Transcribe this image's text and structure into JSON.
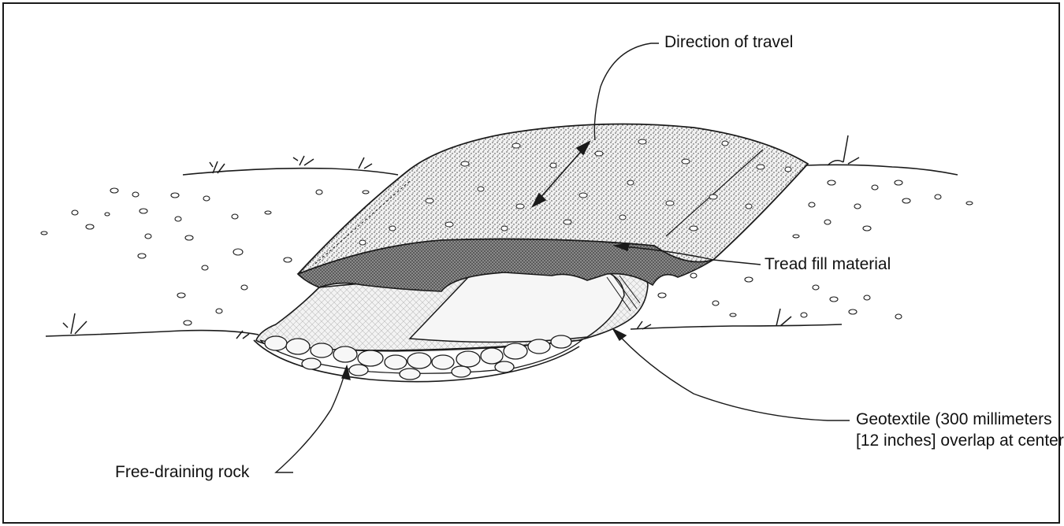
{
  "diagram": {
    "labels": {
      "direction": "Direction of travel",
      "tread": "Tread fill material",
      "geotextile_line1": "Geotextile (300 millimeters",
      "geotextile_line2": "[12 inches] overlap at center)",
      "rock": "Free-draining rock"
    },
    "colors": {
      "ink": "#1a1a1a",
      "tread_light": "#d9d9d9",
      "tread_dark": "#7a7a7a",
      "geotextile": "#ececec",
      "rock": "#f4f4f4"
    }
  }
}
